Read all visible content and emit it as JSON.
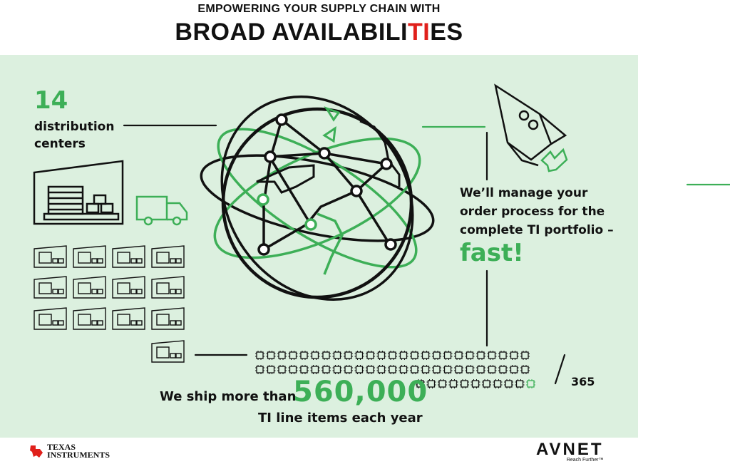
{
  "header": {
    "subtitle": "EMPOWERING YOUR SUPPLY CHAIN WITH",
    "title_part1": "BROAD AVAILABILI",
    "title_highlight": "TI",
    "title_part2": "ES"
  },
  "distribution": {
    "count": "14",
    "label_line1": "distribution",
    "label_line2": "centers"
  },
  "order": {
    "line1": "We’ll manage your",
    "line2": "order process for the",
    "line3": "complete TI portfolio –",
    "emphasis": "fast!"
  },
  "shipping": {
    "prefix": "We ship more than",
    "number": "560,000",
    "suffix": "TI line items each year",
    "per_days": "365"
  },
  "logos": {
    "ti_line1": "TEXAS",
    "ti_line2": "INSTRUMENTS",
    "avnet_name": "AVNET",
    "avnet_tagline": "Reach Further™"
  },
  "colors": {
    "panel_bg": "#dcf0df",
    "accent_green": "#3daf57",
    "ti_red": "#e0201b"
  }
}
